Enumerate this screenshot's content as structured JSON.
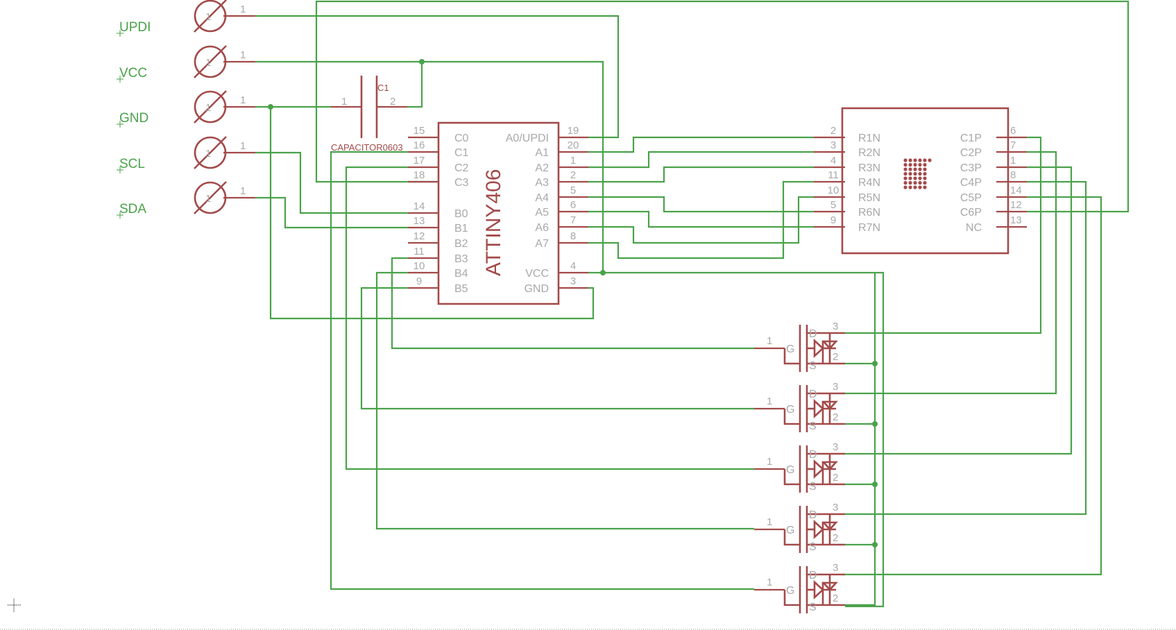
{
  "net_labels": [
    "UPDI",
    "VCC",
    "GND",
    "SCL",
    "SDA"
  ],
  "connectors": [
    {
      "pin": "1",
      "net": "UPDI"
    },
    {
      "pin": "1",
      "net": "VCC"
    },
    {
      "pin": "1",
      "net": "GND"
    },
    {
      "pin": "1",
      "net": "SCL"
    },
    {
      "pin": "1",
      "net": "SDA"
    }
  ],
  "capacitor": {
    "name": "C1",
    "value": "CAPACITOR0603",
    "pin1": "1",
    "pin2": "2"
  },
  "mcu": {
    "name": "ATTINY406",
    "left_pins": [
      {
        "num": "15",
        "name": "C0"
      },
      {
        "num": "16",
        "name": "C1"
      },
      {
        "num": "17",
        "name": "C2"
      },
      {
        "num": "18",
        "name": "C3"
      },
      {
        "num": "14",
        "name": "B0"
      },
      {
        "num": "13",
        "name": "B1"
      },
      {
        "num": "12",
        "name": "B2"
      },
      {
        "num": "11",
        "name": "B3"
      },
      {
        "num": "10",
        "name": "B4"
      },
      {
        "num": "9",
        "name": "B5"
      }
    ],
    "right_pins": [
      {
        "num": "19",
        "name": "A0/UPDI"
      },
      {
        "num": "20",
        "name": "A1"
      },
      {
        "num": "1",
        "name": "A2"
      },
      {
        "num": "2",
        "name": "A3"
      },
      {
        "num": "5",
        "name": "A4"
      },
      {
        "num": "6",
        "name": "A5"
      },
      {
        "num": "7",
        "name": "A6"
      },
      {
        "num": "8",
        "name": "A7"
      },
      {
        "num": "4",
        "name": "VCC"
      },
      {
        "num": "3",
        "name": "GND"
      }
    ]
  },
  "matrix": {
    "left_pins": [
      {
        "num": "2",
        "name": "R1N"
      },
      {
        "num": "3",
        "name": "R2N"
      },
      {
        "num": "4",
        "name": "R3N"
      },
      {
        "num": "11",
        "name": "R4N"
      },
      {
        "num": "10",
        "name": "R5N"
      },
      {
        "num": "5",
        "name": "R6N"
      },
      {
        "num": "9",
        "name": "R7N"
      }
    ],
    "right_pins": [
      {
        "num": "6",
        "name": "C1P"
      },
      {
        "num": "7",
        "name": "C2P"
      },
      {
        "num": "1",
        "name": "C3P"
      },
      {
        "num": "8",
        "name": "C4P"
      },
      {
        "num": "14",
        "name": "C5P"
      },
      {
        "num": "12",
        "name": "C6P"
      },
      {
        "num": "13",
        "name": "NC"
      }
    ],
    "dot_grid": {
      "rows": 7,
      "cols": 5
    }
  },
  "mosfets": [
    {
      "gate": "1",
      "drain": "3",
      "source": "2",
      "g": "G",
      "d": "D",
      "s": "S"
    },
    {
      "gate": "1",
      "drain": "3",
      "source": "2",
      "g": "G",
      "d": "D",
      "s": "S"
    },
    {
      "gate": "1",
      "drain": "3",
      "source": "2",
      "g": "G",
      "d": "D",
      "s": "S"
    },
    {
      "gate": "1",
      "drain": "3",
      "source": "2",
      "g": "G",
      "d": "D",
      "s": "S"
    },
    {
      "gate": "1",
      "drain": "3",
      "source": "2",
      "g": "G",
      "d": "D",
      "s": "S"
    }
  ],
  "colors": {
    "wire": "#4aa24a",
    "symbol": "#a34a4a",
    "pin_text": "#a8a8a8"
  }
}
